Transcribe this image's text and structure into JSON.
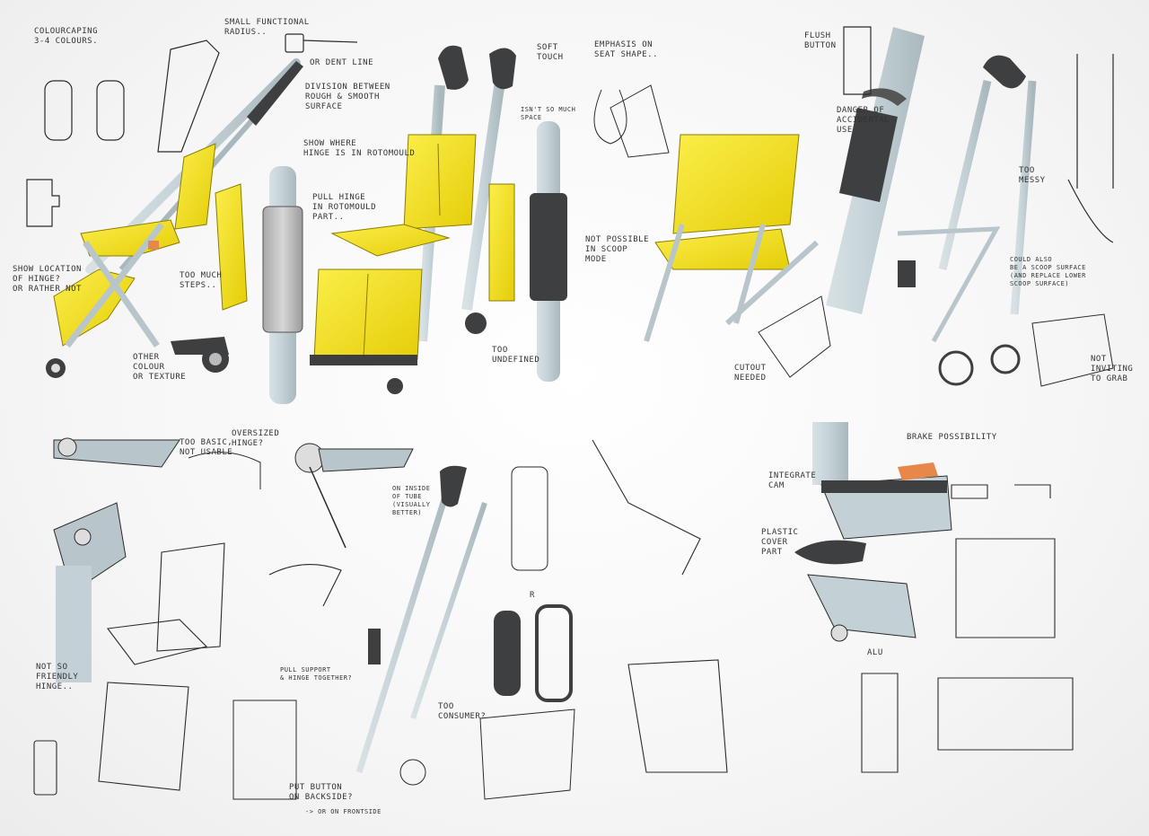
{
  "annotations": {
    "colour_caping": "Colourcaping\n3-4 colours.",
    "small_radius": "small functional\nradius..",
    "or_dent_line": "or dent line",
    "division_surface": "division between\nrough & smooth\nsurface",
    "show_hinge_roto": "show where\nhinge is in rotomould",
    "pull_hinge": "pull hinge\nin rotomould\npart..",
    "show_location_hinge": "show location\nof hinge?\nor rather not",
    "too_much_steps": "too much\nsteps..",
    "other_colour": "other\ncolour\nor texture",
    "soft_touch": "soft\ntouch",
    "isnt_so_much_space": "isn't so much\nspace",
    "too_undefined": "too\nundefined",
    "emphasis_seat": "Emphasis on\nseat shape..",
    "not_possible_scoop": "not possible\nin scoop\nmode",
    "cutout_needed": "cutout\nneeded",
    "flush_button": "flush\nbutton",
    "danger_accidental": "danger of\naccidental\nuse",
    "too_messy": "too\nmessy",
    "could_also_scoop": "could also\nbe a scoop surface\n(and replace lower\nscoop surface)",
    "not_inviting": "not\ninviting\nto grab",
    "too_basic": "too basic,\nnot usable",
    "oversized_hinge": "oversized\nhinge?",
    "not_so_friendly": "not so\nfriendly\nhinge..",
    "on_inside_tube": "on inside\nof tube\n(visually\nbetter)",
    "pull_support": "pull support\n& hinge together?",
    "too_consumer": "too\nconsumer?",
    "put_button_backside": "put button\non backside?",
    "or_on_frontside": "-> or on frontside",
    "r_label": "R",
    "brake_possibility": "Brake possibility",
    "integrate_cam": "integrate\ncam",
    "plastic_cover": "plastic\ncover\npart",
    "alu": "alu"
  },
  "colors": {
    "yellow": "#f3df16",
    "yellow_dark": "#c9b40a",
    "frame_blue_gray": "#c3d1d6",
    "dark_plastic": "#3d3f41",
    "ink": "#2b2b2b",
    "orange": "#e8874a"
  },
  "icons": {
    "sketch_sheet": "concept-sketch-sheet"
  }
}
